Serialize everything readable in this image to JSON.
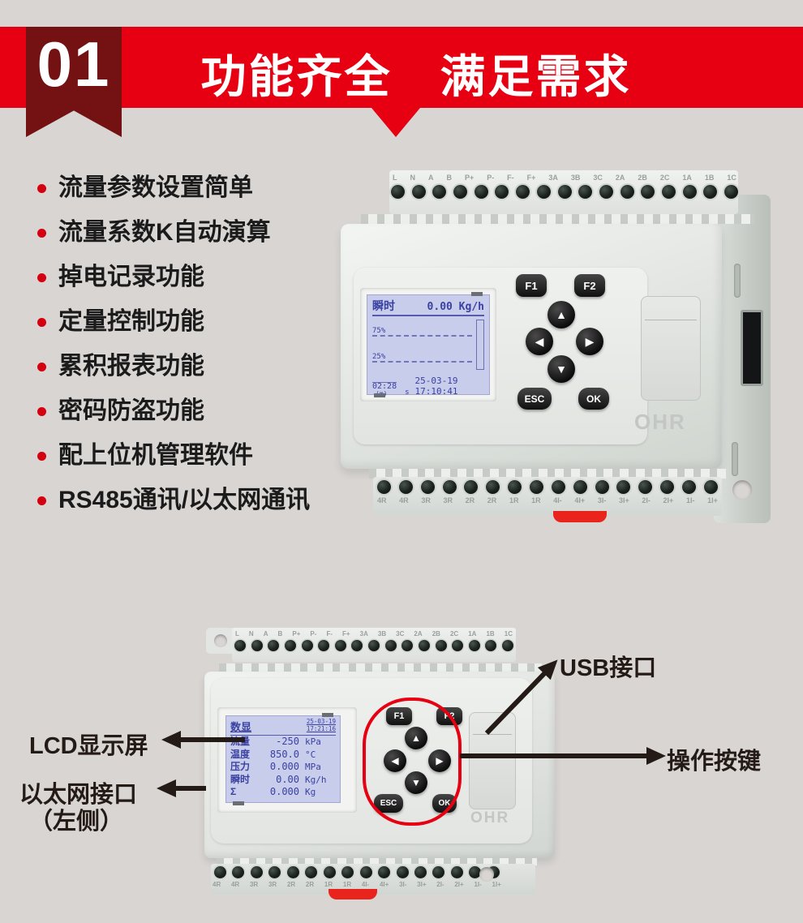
{
  "header": {
    "badge": "01",
    "title": "功能齐全　满足需求"
  },
  "features": {
    "items": [
      "流量参数设置简单",
      "流量系数K自动演算",
      "掉电记录功能",
      "定量控制功能",
      "累积报表功能",
      "密码防盗功能",
      "配上位机管理软件",
      "RS485通讯/以太网通讯"
    ]
  },
  "terminals": {
    "top": [
      "L",
      "N",
      "A",
      "B",
      "P+",
      "P-",
      "F-",
      "F+",
      "3A",
      "3B",
      "3C",
      "2A",
      "2B",
      "2C",
      "1A",
      "1B",
      "1C"
    ],
    "bottom": [
      "4R",
      "4R",
      "3R",
      "3R",
      "2R",
      "2R",
      "1R",
      "1R",
      "4I-",
      "4I+",
      "3I-",
      "3I+",
      "2I-",
      "2I+",
      "1I-",
      "1I+"
    ]
  },
  "keypad": {
    "f1": "F1",
    "f2": "F2",
    "esc": "ESC",
    "ok": "OK",
    "up": "▲",
    "down": "▼",
    "left": "◀",
    "right": "▶"
  },
  "brand": "OHR",
  "device_top": {
    "lcd": {
      "flow_label": "瞬时",
      "flow_value": "0.00 Kg/h",
      "pct75": "75%",
      "pct25": "25%",
      "axis_time": "02:28",
      "axis_time_unit": "(m)",
      "axis_sec": "s",
      "datetime": "25-03-19 17:10:41"
    }
  },
  "device_bottom": {
    "lcd": {
      "title": "数显",
      "date": "25-03-19",
      "time": "17:21:16",
      "rows": [
        {
          "label": "流量",
          "value": "-250",
          "unit": "kPa"
        },
        {
          "label": "温度",
          "value": "850.0",
          "unit": "°C"
        },
        {
          "label": "压力",
          "value": "0.000",
          "unit": "MPa"
        },
        {
          "label": "瞬时",
          "value": "0.00",
          "unit": "Kg/h"
        },
        {
          "label": "Σ",
          "value": "0.000",
          "unit": "Kg"
        }
      ]
    }
  },
  "annotations": {
    "lcd": "LCD显示屏",
    "ethernet": "以太网接口",
    "ethernet_side": "（左侧）",
    "usb": "USB接口",
    "keys": "操作按键"
  },
  "colors": {
    "banner_red": "#e60012",
    "ribbon_dark": "#741113",
    "bullet_red": "#d4000f",
    "ring_red": "#e60012",
    "clip_red": "#e8241c",
    "lcd_bg": "#c8cdec",
    "lcd_text": "#3a41a1",
    "device_body": "#e4e7e3",
    "page_bg": "#d8d5d3"
  }
}
